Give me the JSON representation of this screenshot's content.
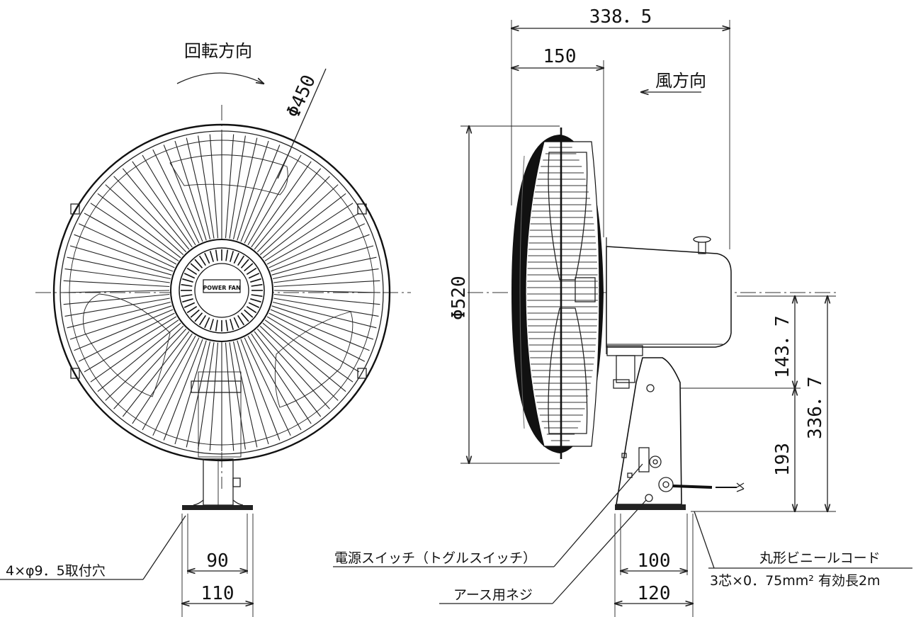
{
  "front_view": {
    "rotation_label": "回転方向",
    "guard_diameter": "Φ450",
    "hub_badge": "POWER FAN",
    "base_inner_width": "90",
    "base_outer_width": "110",
    "mounting_holes": "4×φ9．5取付穴"
  },
  "side_view": {
    "wind_label": "風方向",
    "overall_depth": "338．5",
    "guard_depth": "150",
    "guard_diameter": "Φ520",
    "height_upper": "143．7",
    "height_total": "336．7",
    "height_lower": "193",
    "base_inner_width": "100",
    "base_outer_width": "120",
    "power_switch": "電源スイッチ（トグルスイッチ）",
    "ground_screw": "アース用ネジ",
    "cord_name": "丸形ビニールコード",
    "cord_spec": "3芯×0．75mm² 有効長2m"
  }
}
